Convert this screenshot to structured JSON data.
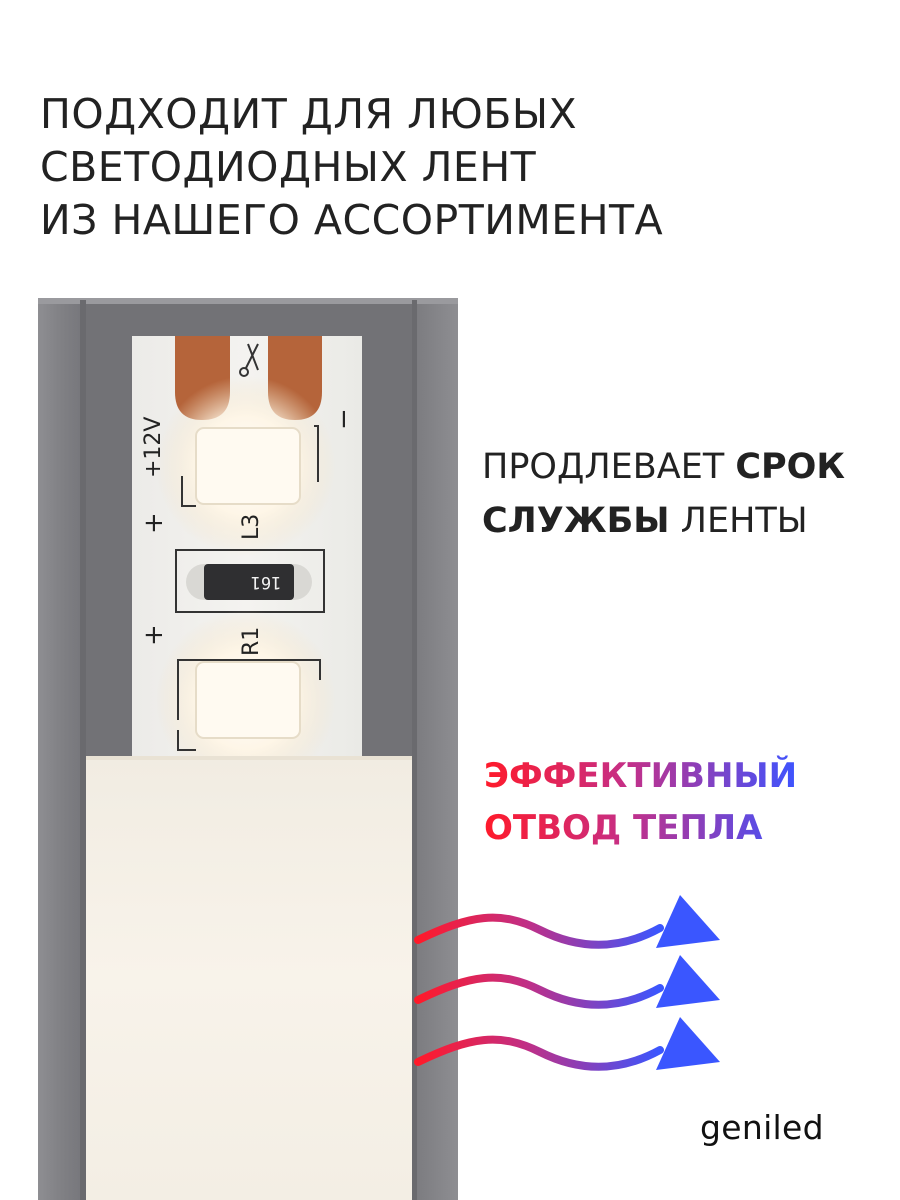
{
  "headline": {
    "lines": [
      "ПОДХОДИТ ДЛЯ ЛЮБЫХ",
      "СВЕТОДИОДНЫХ ЛЕНТ",
      "ИЗ НАШЕГО АССОРТИМЕНТА"
    ]
  },
  "feature_lifetime": {
    "line1_regular": "ПРОДЛЕВАЕТ",
    "line1_bold": "СРОК",
    "line2_bold": "СЛУЖБЫ",
    "line2_regular": "ЛЕНТЫ"
  },
  "feature_heat": {
    "lines": [
      "ЭФФЕКТИВНЫЙ",
      "ОТВОД ТЕПЛА"
    ]
  },
  "strip_labels": {
    "voltage": "+12V",
    "plus": "+",
    "minus": "−",
    "led_label": "L3",
    "resistor_label": "R1",
    "resistor_code": "161"
  },
  "brand": "geniled",
  "colors": {
    "heat_start": "#ff1a2a",
    "heat_mid": "#c62f86",
    "heat_end": "#3d54ff",
    "profile_gray": "#8a8a8e",
    "diffuser": "#f6f1e8",
    "copper_pad": "#b5643a"
  }
}
